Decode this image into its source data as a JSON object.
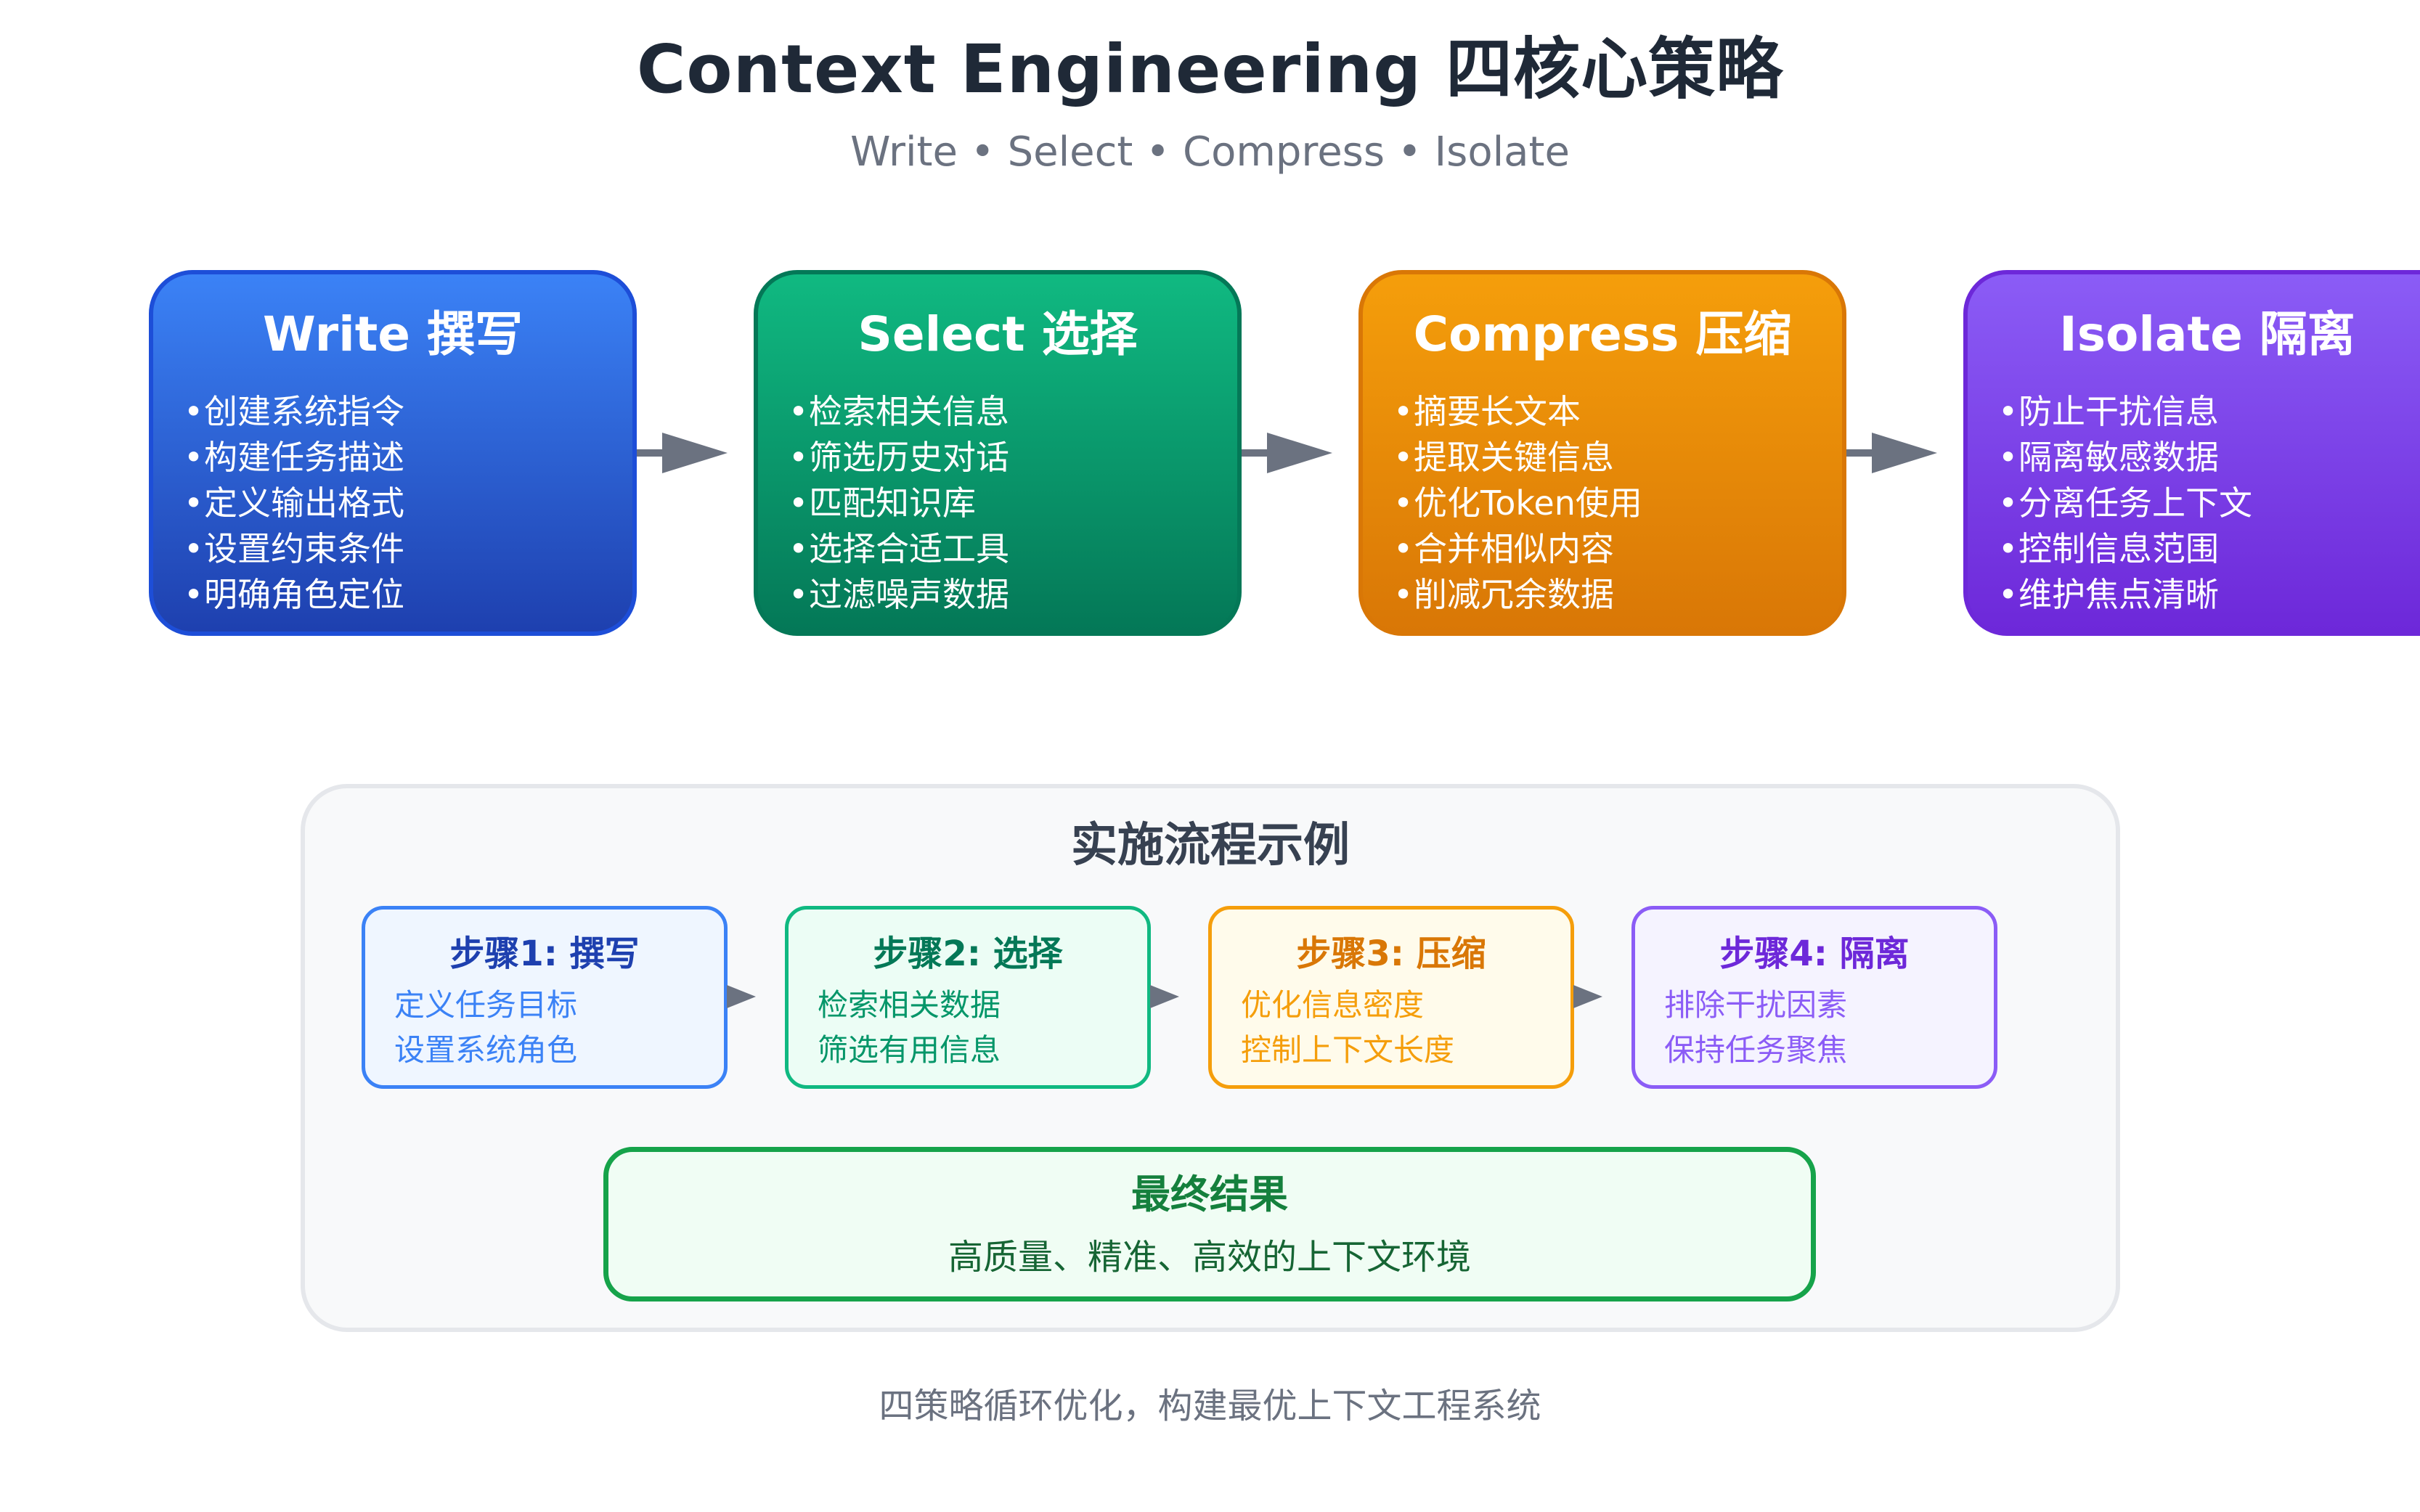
{
  "header": {
    "title": "Context Engineering 四核心策略",
    "subtitle": "Write • Select • Compress • Isolate"
  },
  "strategies": [
    {
      "title": "Write 撰写",
      "color": "#1d4ed8",
      "items": [
        "创建系统指令",
        "构建任务描述",
        "定义输出格式",
        "设置约束条件",
        "明确角色定位"
      ]
    },
    {
      "title": "Select 选择",
      "color": "#047857",
      "items": [
        "检索相关信息",
        "筛选历史对话",
        "匹配知识库",
        "选择合适工具",
        "过滤噪声数据"
      ]
    },
    {
      "title": "Compress 压缩",
      "color": "#d97706",
      "items": [
        "摘要长文本",
        "提取关键信息",
        "优化Token使用",
        "合并相似内容",
        "削减冗余数据"
      ]
    },
    {
      "title": "Isolate 隔离",
      "color": "#6d28d9",
      "items": [
        "防止干扰信息",
        "隔离敏感数据",
        "分离任务上下文",
        "控制信息范围",
        "维护焦点清晰"
      ]
    }
  ],
  "process": {
    "title": "实施流程示例",
    "steps": [
      {
        "title": "步骤1: 撰写",
        "lines": [
          "定义任务目标",
          "设置系统角色"
        ]
      },
      {
        "title": "步骤2: 选择",
        "lines": [
          "检索相关数据",
          "筛选有用信息"
        ]
      },
      {
        "title": "步骤3: 压缩",
        "lines": [
          "优化信息密度",
          "控制上下文长度"
        ]
      },
      {
        "title": "步骤4: 隔离",
        "lines": [
          "排除干扰因素",
          "保持任务聚焦"
        ]
      }
    ],
    "result": {
      "title": "最终结果",
      "description": "高质量、精准、高效的上下文环境"
    }
  },
  "footer": "四策略循环优化，构建最优上下文工程系统"
}
